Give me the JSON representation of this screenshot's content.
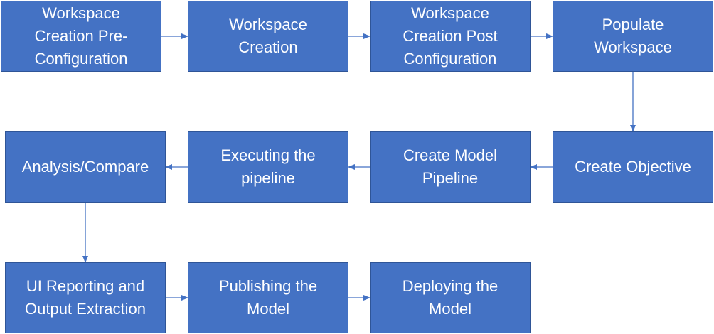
{
  "colors": {
    "node_fill": "#4472c4",
    "node_border": "#2f5597",
    "node_text": "#ffffff",
    "connector": "#4472c4"
  },
  "nodes": [
    {
      "id": "workspace-creation-pre-configuration",
      "label": "Workspace\nCreation Pre-\nConfiguration"
    },
    {
      "id": "workspace-creation",
      "label": "Workspace\nCreation"
    },
    {
      "id": "workspace-creation-post-configuration",
      "label": "Workspace\nCreation Post\nConfiguration"
    },
    {
      "id": "populate-workspace",
      "label": "Populate\nWorkspace"
    },
    {
      "id": "create-objective",
      "label": "Create Objective"
    },
    {
      "id": "create-model-pipeline",
      "label": "Create Model\nPipeline"
    },
    {
      "id": "executing-the-pipeline",
      "label": "Executing the\npipeline"
    },
    {
      "id": "analysis-compare",
      "label": "Analysis/Compare"
    },
    {
      "id": "ui-reporting-and-output-extraction",
      "label": "UI Reporting and\nOutput Extraction"
    },
    {
      "id": "publishing-the-model",
      "label": "Publishing the\nModel"
    },
    {
      "id": "deploying-the-model",
      "label": "Deploying the\nModel"
    }
  ],
  "edges": [
    {
      "from": "workspace-creation-pre-configuration",
      "to": "workspace-creation"
    },
    {
      "from": "workspace-creation",
      "to": "workspace-creation-post-configuration"
    },
    {
      "from": "workspace-creation-post-configuration",
      "to": "populate-workspace"
    },
    {
      "from": "populate-workspace",
      "to": "create-objective"
    },
    {
      "from": "create-objective",
      "to": "create-model-pipeline"
    },
    {
      "from": "create-model-pipeline",
      "to": "executing-the-pipeline"
    },
    {
      "from": "executing-the-pipeline",
      "to": "analysis-compare"
    },
    {
      "from": "analysis-compare",
      "to": "ui-reporting-and-output-extraction"
    },
    {
      "from": "ui-reporting-and-output-extraction",
      "to": "publishing-the-model"
    },
    {
      "from": "publishing-the-model",
      "to": "deploying-the-model"
    }
  ]
}
